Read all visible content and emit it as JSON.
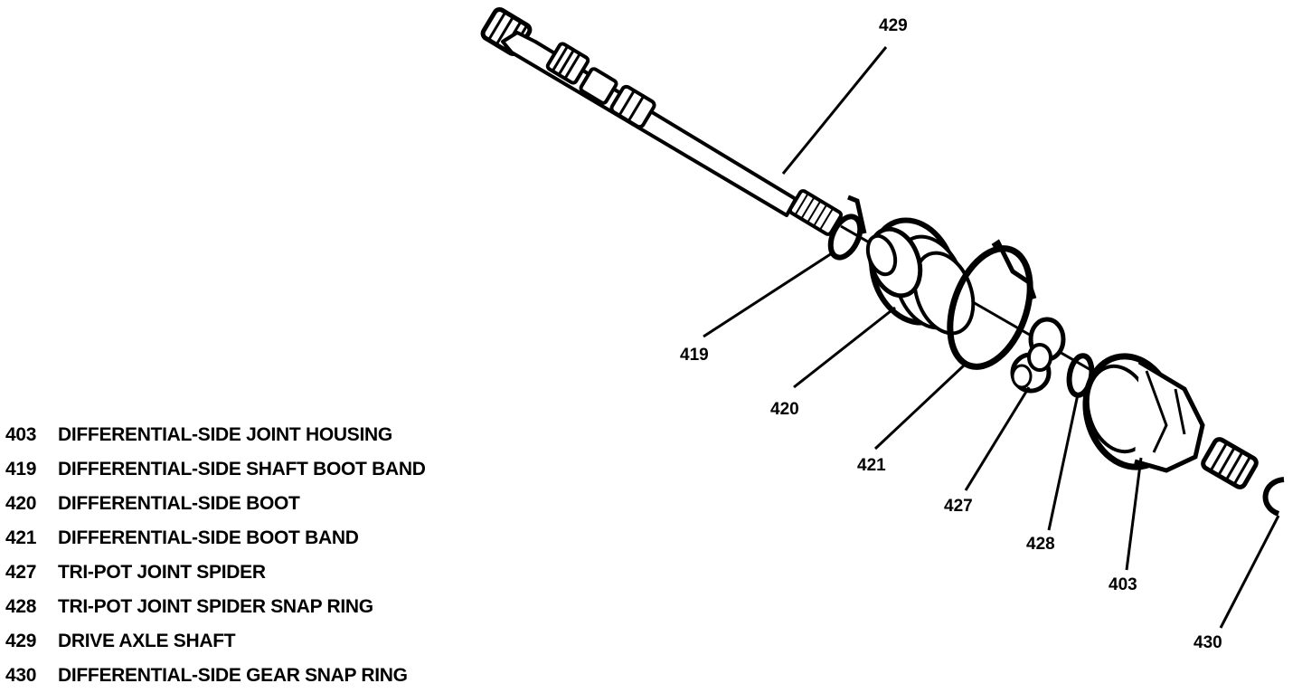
{
  "callouts": {
    "c429": "429",
    "c419": "419",
    "c420": "420",
    "c421": "421",
    "c427": "427",
    "c428": "428",
    "c403": "403",
    "c430": "430"
  },
  "legend": [
    {
      "num": "403",
      "desc": "DIFFERENTIAL-SIDE JOINT HOUSING"
    },
    {
      "num": "419",
      "desc": "DIFFERENTIAL-SIDE SHAFT BOOT BAND"
    },
    {
      "num": "420",
      "desc": "DIFFERENTIAL-SIDE BOOT"
    },
    {
      "num": "421",
      "desc": "DIFFERENTIAL-SIDE BOOT BAND"
    },
    {
      "num": "427",
      "desc": "TRI-POT JOINT SPIDER"
    },
    {
      "num": "428",
      "desc": "TRI-POT JOINT SPIDER SNAP RING"
    },
    {
      "num": "429",
      "desc": "DRIVE AXLE SHAFT"
    },
    {
      "num": "430",
      "desc": "DIFFERENTIAL-SIDE GEAR SNAP RING"
    }
  ]
}
